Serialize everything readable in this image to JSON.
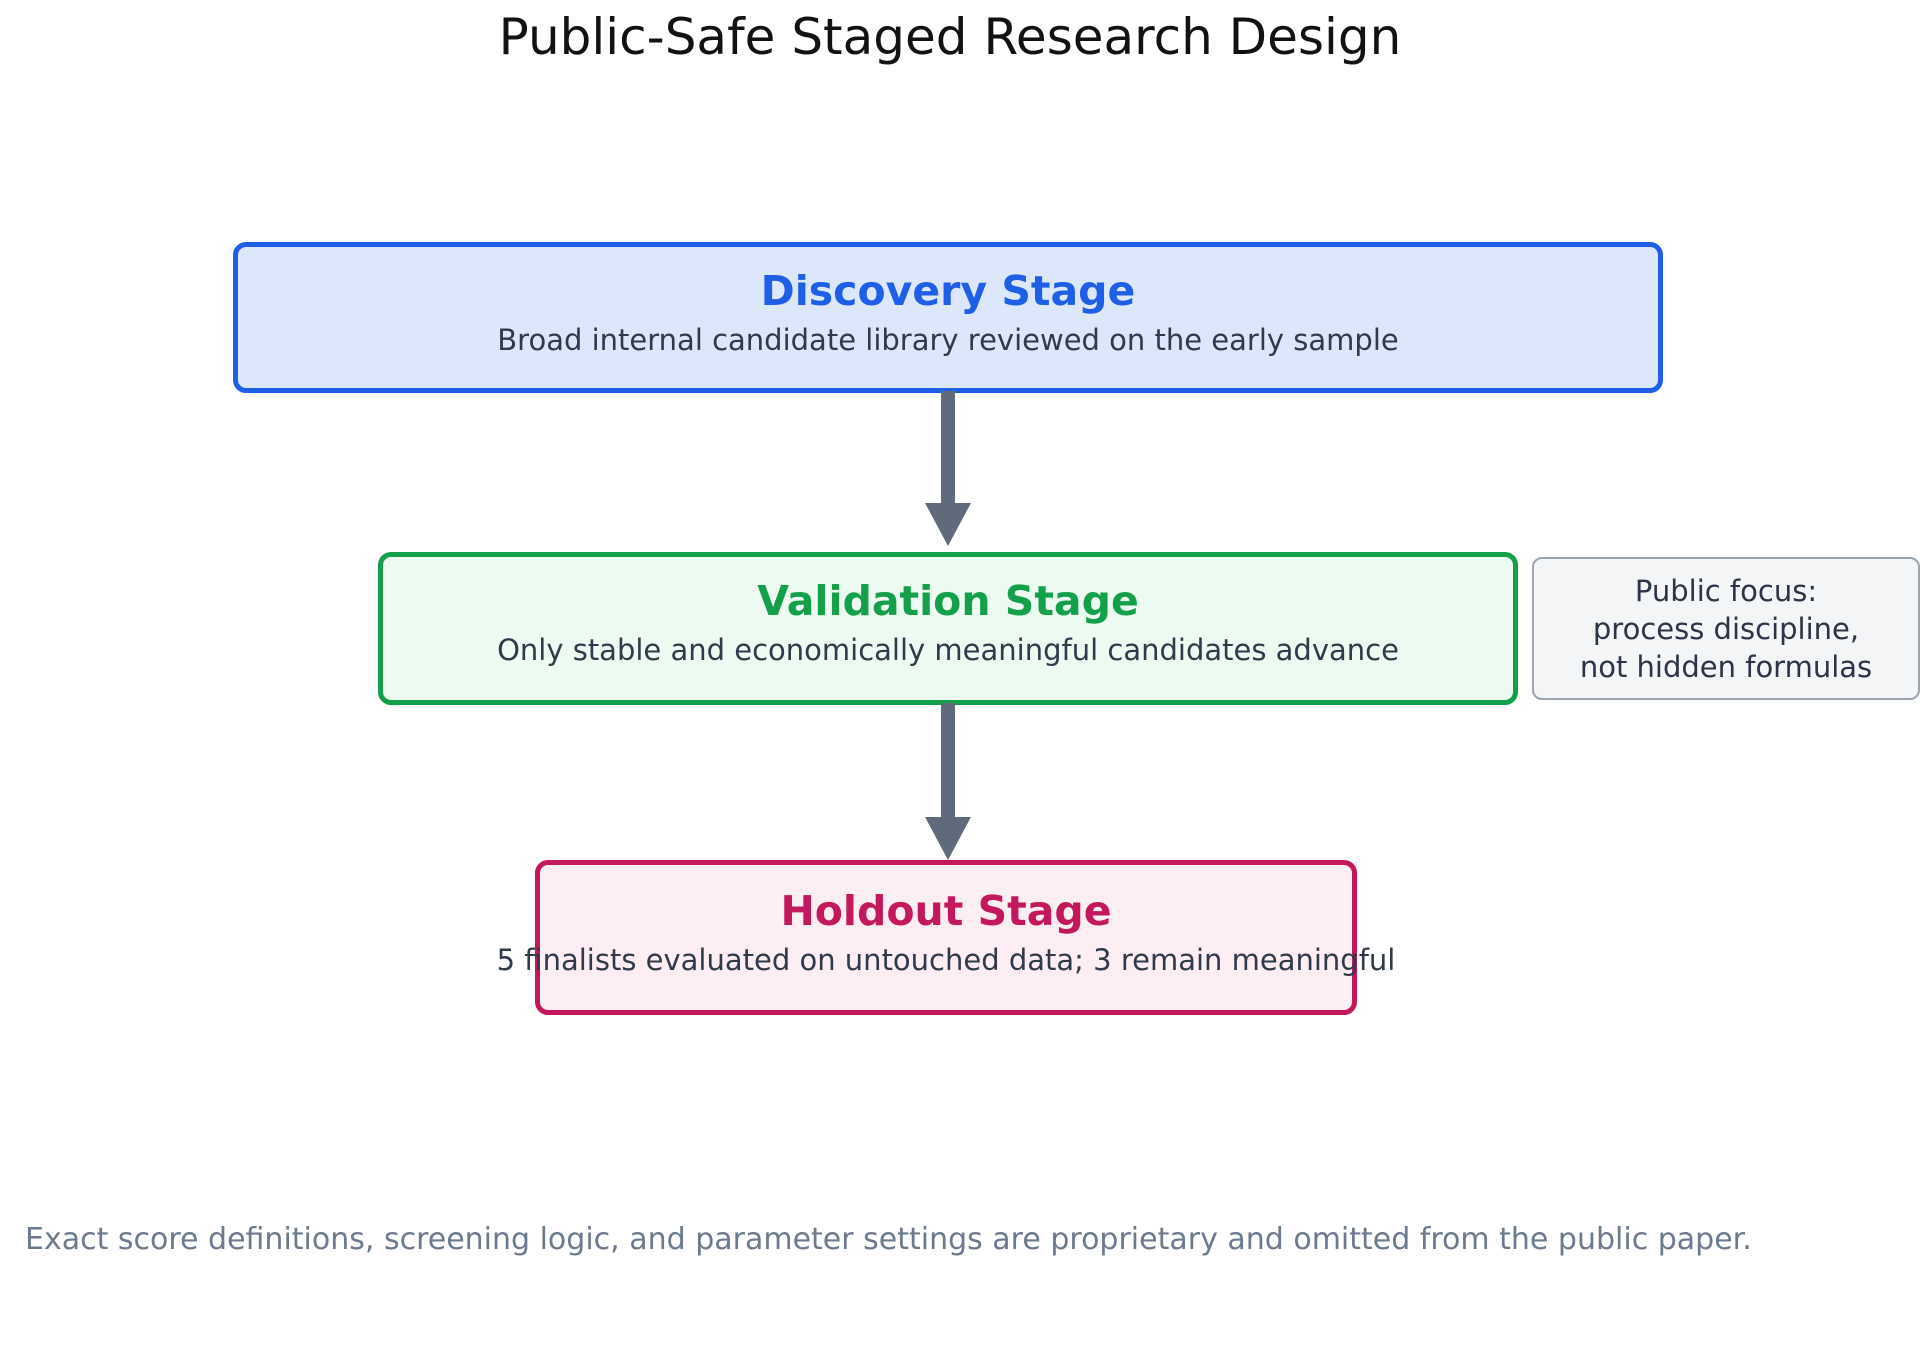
{
  "page": {
    "title": "Public-Safe Staged Research Design",
    "background": "#ffffff"
  },
  "colors": {
    "discovery_border": "#1f5ee6",
    "discovery_fill": "#dde7fb",
    "validation_border": "#14a04a",
    "validation_fill": "#edfaf1",
    "holdout_border": "#c4185c",
    "holdout_fill": "#fdeef4",
    "arrow": "#5f6b7a",
    "note_border": "#9aa3ae",
    "note_fill": "#f4f5f7",
    "footer_text": "#6b7a8d",
    "body_text": "#303a4a",
    "title_text": "#121212"
  },
  "flow": {
    "stages": [
      {
        "id": "discovery",
        "title": "Discovery Stage",
        "subtitle": "Broad internal candidate library reviewed on the early sample"
      },
      {
        "id": "validation",
        "title": "Validation Stage",
        "subtitle": "Only stable and economically meaningful candidates advance"
      },
      {
        "id": "holdout",
        "title": "Holdout Stage",
        "subtitle": "5 finalists evaluated on untouched data; 3 remain meaningful"
      }
    ],
    "arrows": [
      {
        "id": "discovery-to-validation",
        "from": "discovery",
        "to": "validation"
      },
      {
        "id": "validation-to-holdout",
        "from": "validation",
        "to": "holdout"
      }
    ]
  },
  "note": {
    "id": "public-focus",
    "text": "Public focus:\nprocess discipline,\nnot hidden formulas"
  },
  "footer": {
    "text": "Exact score definitions, screening logic, and parameter settings are proprietary and omitted from the public paper."
  }
}
